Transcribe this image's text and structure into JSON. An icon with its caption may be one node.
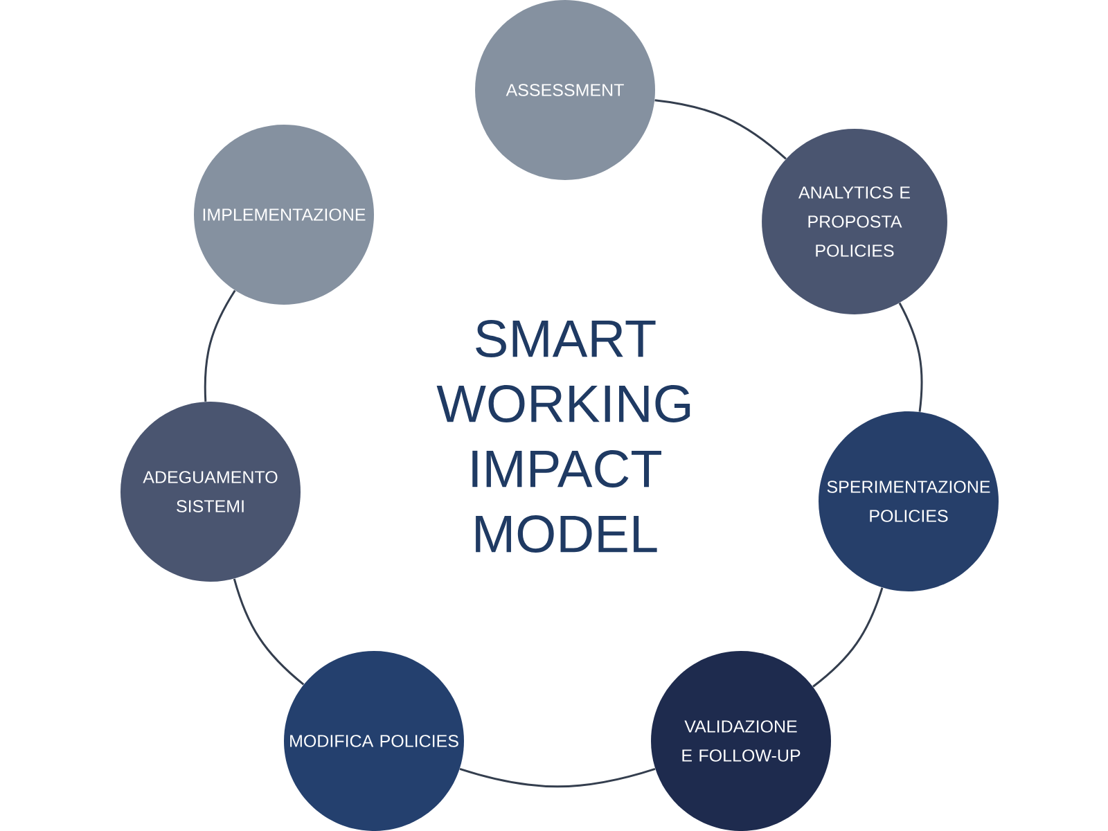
{
  "diagram": {
    "title": "SMART WORKING IMPACT MODEL",
    "nodes": [
      {
        "text": [
          "ASSESSMENT"
        ]
      },
      {
        "text": [
          "ANALYTICS E PROPOSTA POLICIES"
        ]
      },
      {
        "text": [
          "SPERIMENTAZIONE POLICIES"
        ]
      },
      {
        "text": [
          "VALIDAZIONE E FOLLOW-UP"
        ]
      },
      {
        "text": [
          "MODIFICA POLICIES"
        ]
      },
      {
        "text": [
          "ADEGUAMENTO SISTEMI"
        ]
      },
      {
        "text": [
          "IMPLEMENTAZIONE"
        ]
      }
    ],
    "edges": [
      {
        "from": 0,
        "to": 1,
        "arrow": "none"
      },
      {
        "from": 1,
        "to": 2,
        "arrow": "none"
      },
      {
        "from": 2,
        "to": 3,
        "arrow": "none"
      },
      {
        "from": 3,
        "to": 4,
        "arrow": "none"
      },
      {
        "from": 4,
        "to": 5,
        "arrow": "none"
      },
      {
        "from": 5,
        "to": 6,
        "arrow": "none"
      }
    ]
  }
}
